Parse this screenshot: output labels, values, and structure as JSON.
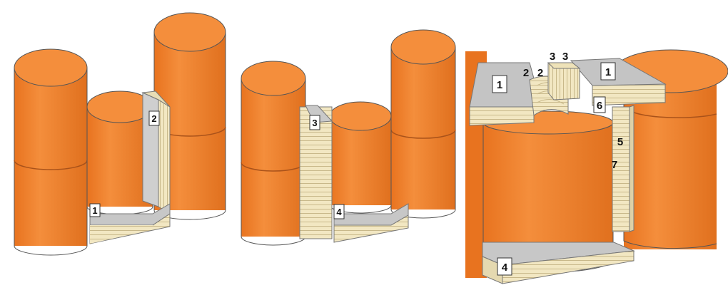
{
  "colors": {
    "cylinder_body": "#F08a3a",
    "cylinder_top": "#F2893A",
    "cylinder_shade": "#D86A1E",
    "cylinder_edge": "#444444",
    "plate_gray": "#BDBDBD",
    "plate_gray_light": "#D4D4D4",
    "wood": "#F1E6C0",
    "wood_line": "#C9B98A",
    "label_box": "#FFFFFF"
  },
  "panels": [
    {
      "labels": [
        "1",
        "2"
      ]
    },
    {
      "labels": [
        "3",
        "4"
      ]
    },
    {
      "labels": [
        "1",
        "2",
        "2",
        "3",
        "3",
        "1",
        "6",
        "5",
        "7",
        "4"
      ]
    }
  ]
}
